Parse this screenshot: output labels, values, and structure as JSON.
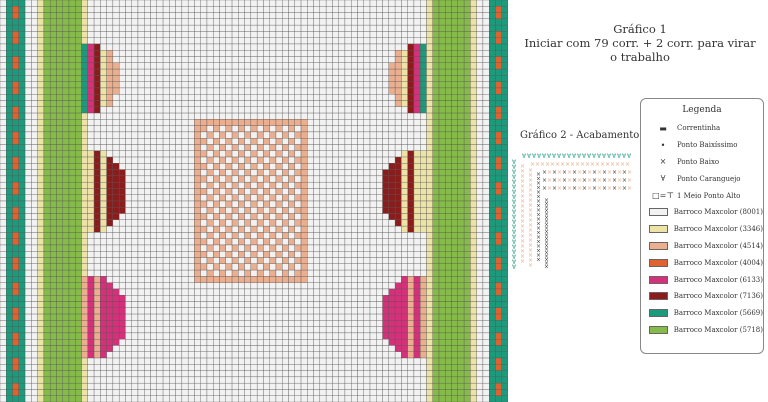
{
  "chart1": {
    "title_line1": "Gráfico 1",
    "title_line2": "Iniciar com 79 corr. + 2 corr. para virar o trabalho"
  },
  "chart2": {
    "title": "Gráfico 2 - Acabamento"
  },
  "legend": {
    "title": "Legenda",
    "symbols": [
      {
        "glyph": "▬",
        "label": "Correntinha"
      },
      {
        "glyph": "•",
        "label": "Ponto Baixíssimo"
      },
      {
        "glyph": "×",
        "label": "Ponto Baixo"
      },
      {
        "glyph": "∀",
        "label": "Ponto Caranguejo"
      },
      {
        "glyph": "□=⊤",
        "label": "1 Meio Ponto Alto"
      }
    ],
    "colors": [
      {
        "hex": "#f2f2f2",
        "label": "Barroco Maxcolor (8001)"
      },
      {
        "hex": "#ede3a6",
        "label": "Barroco Maxcolor (3346)"
      },
      {
        "hex": "#ebae8e",
        "label": "Barroco Maxcolor (4514)"
      },
      {
        "hex": "#e0622e",
        "label": "Barroco Maxcolor (4004)"
      },
      {
        "hex": "#d6307a",
        "label": "Barroco Maxcolor (6133)"
      },
      {
        "hex": "#8c1c1c",
        "label": "Barroco Maxcolor (7136)"
      },
      {
        "hex": "#1c9a7c",
        "label": "Barroco Maxcolor (5669)"
      },
      {
        "hex": "#86bb4a",
        "label": "Barroco Maxcolor (5718)"
      }
    ]
  }
}
